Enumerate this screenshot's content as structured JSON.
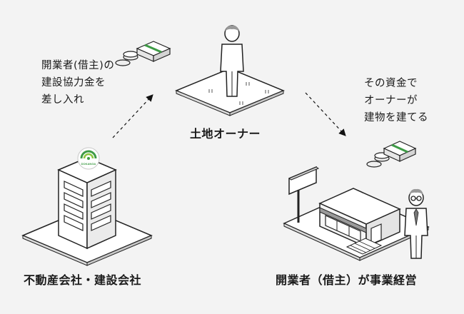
{
  "labels": {
    "developer": "不動産会社・建設会社",
    "owner": "土地オーナー",
    "tenant": "開業者（借主）が事業経営"
  },
  "notes": {
    "left_note": "開業者(借主)の\n建設協力金を\n差し入れ",
    "right_note": "その資金で\nオーナーが\n建物を建てる"
  },
  "logo": {
    "text": "DOKANGA",
    "color": "#3e9b46"
  },
  "icons": [
    "money-stack-icon",
    "person-icon",
    "office-building-icon",
    "shop-building-icon",
    "signboard-icon",
    "glasses-man-icon",
    "arrow-icon",
    "company-logo-icon"
  ]
}
